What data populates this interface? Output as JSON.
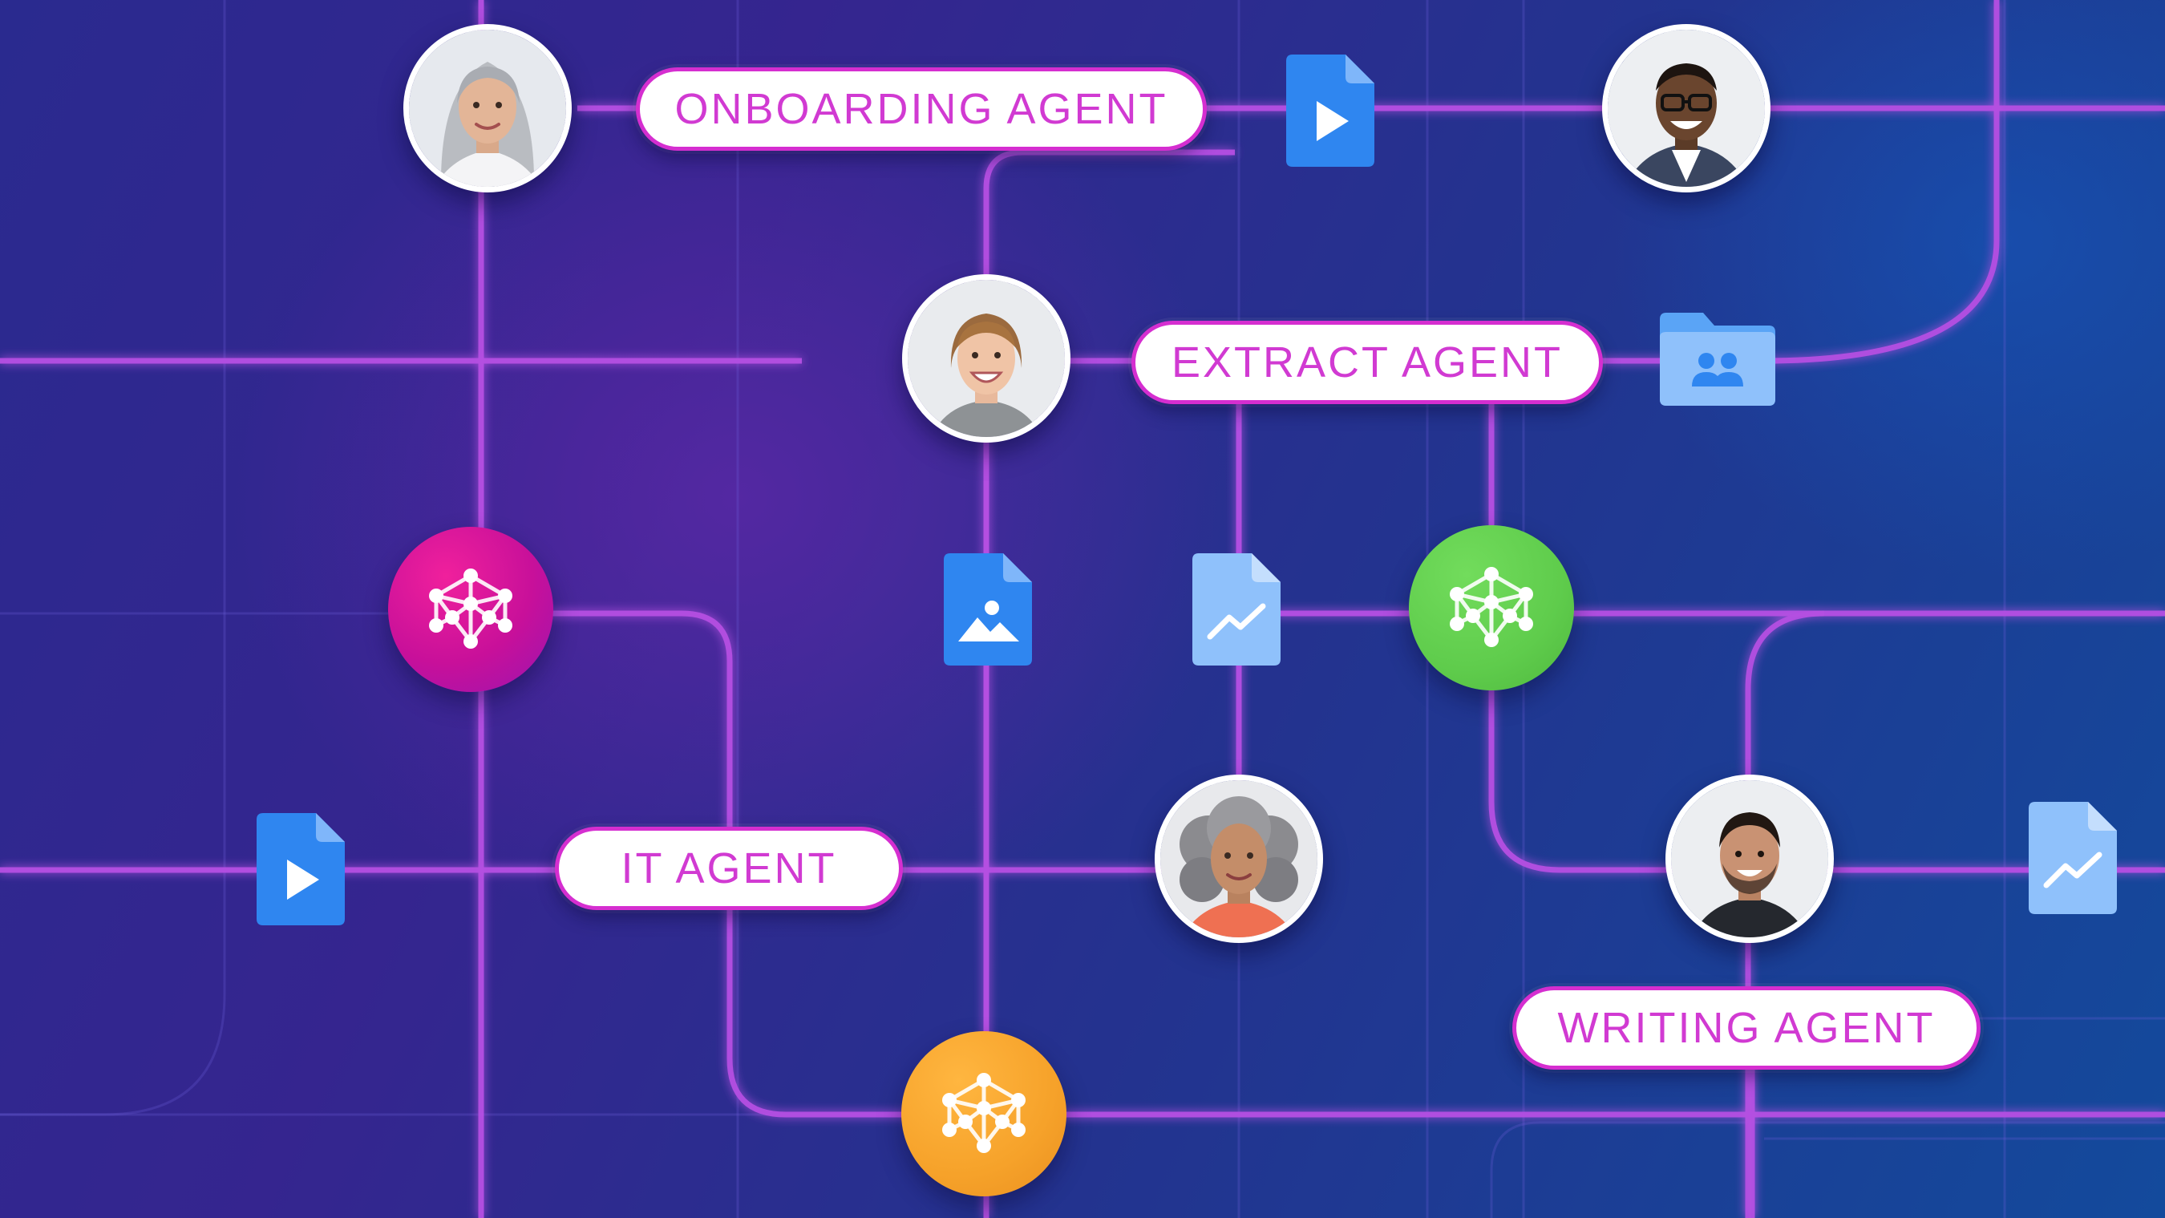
{
  "agents": {
    "onboarding": {
      "label": "ONBOARDING AGENT"
    },
    "extract": {
      "label": "EXTRACT AGENT"
    },
    "it": {
      "label": "IT AGENT"
    },
    "writing": {
      "label": "WRITING AGENT"
    }
  },
  "colors": {
    "background_start": "#2a2a8f",
    "background_end": "#134a9c",
    "connector": "#b24fe0",
    "pill_border": "#d52ed0",
    "pill_text": "#d13ad2",
    "node_magenta": "#d4149a",
    "node_green": "#5fcc4c",
    "node_orange": "#f6a22a",
    "file_blue": "#2f86f0",
    "file_light_blue": "#8fc1fb"
  },
  "icons": {
    "ai_node": "neural-network-icon",
    "video_file": "video-file-icon",
    "image_file": "image-file-icon",
    "chart_file": "chart-file-icon",
    "shared_folder": "shared-folder-icon"
  }
}
